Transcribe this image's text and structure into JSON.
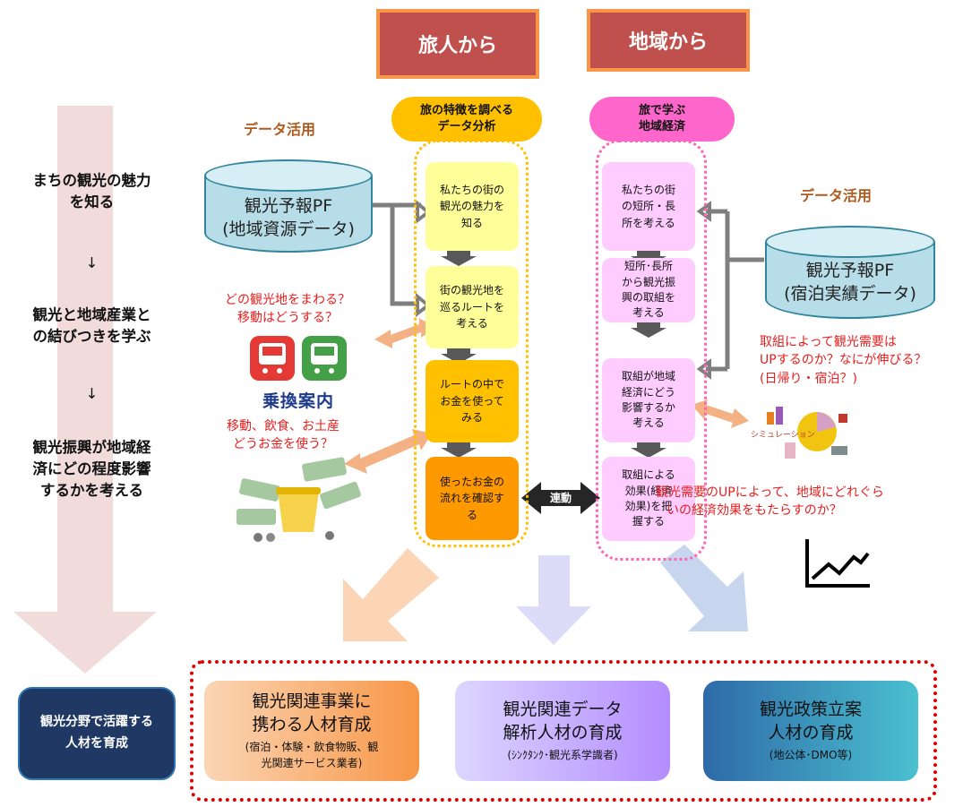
{
  "headers": {
    "traveler": "旅人から",
    "region": "地域から"
  },
  "left_flow": {
    "step1": [
      "まちの観光の魅力",
      "を知る"
    ],
    "arrow1": "↓",
    "step2": [
      "観光と地域産業と",
      "の結びつきを学ぶ"
    ],
    "arrow2": "↓",
    "step3": [
      "観光振興が地域経",
      "済にどの程度影響",
      "するかを考える"
    ]
  },
  "data_use_left": "データ活用",
  "data_use_right": "データ活用",
  "db_left": [
    "観光予報PF",
    "(地域資源データ)"
  ],
  "db_right": [
    "観光予報PF",
    "(宿泊実績データ)"
  ],
  "col_left": {
    "title": [
      "旅の特徴を調べる",
      "データ分析"
    ],
    "steps": [
      [
        "私たちの街の",
        "観光の魅力を",
        "知る"
      ],
      [
        "街の観光地を",
        "巡るルートを",
        "考える"
      ],
      [
        "ルートの中で",
        "お金を使って",
        "みる"
      ],
      [
        "使ったお金の",
        "流れを確認す",
        "る"
      ]
    ]
  },
  "col_right": {
    "title": [
      "旅で学ぶ",
      "地域経済"
    ],
    "steps": [
      [
        "私たちの街",
        "の短所・長",
        "所を考える"
      ],
      [
        "短所･長所",
        "から観光振",
        "興の取組を",
        "考える"
      ],
      [
        "取組が地域",
        "経済にどう",
        "影響するか",
        "考える"
      ],
      [
        "取組による",
        "効果(経済",
        "効果)を把",
        "握する"
      ]
    ]
  },
  "link_label": "連動",
  "questions": {
    "q1": [
      "どの観光地をまわる？",
      "移動はどうする？"
    ],
    "q2": [
      "移動、飲食、お土産",
      "どうお金を使う？"
    ],
    "q3": [
      "取組によって観光需要は",
      "UPするのか？なにが伸びる？",
      "(日帰り・宿泊？)"
    ],
    "q4": [
      "観光需要のUPによって、地域にどれぐら",
      "いの経済効果をもたらすのか？"
    ]
  },
  "app_logo_text": "乗換案内",
  "simulation_label": "シミュレーション",
  "target_box": [
    "観光分野で活躍する",
    "人材を育成"
  ],
  "outcomes": [
    {
      "title": [
        "観光関連事業に",
        "携わる人材育成"
      ],
      "sub": [
        "(宿泊・体験・飲食物販、観",
        "光関連サービス業者)"
      ]
    },
    {
      "title": [
        "観光関連データ",
        "解析人材の育成"
      ],
      "sub": [
        "(ｼﾝｸﾀﾝｸ･観光系学識者)"
      ]
    },
    {
      "title": [
        "観光政策立案",
        "人材の育成"
      ],
      "sub": [
        "(地公体･DMO等)"
      ]
    }
  ],
  "colors": {
    "header_fill": "#c0504d",
    "header_border": "#f79646",
    "left_pill": "#ffc000",
    "right_pill": "#ff66cc",
    "left_steps": [
      "#ffff99",
      "#ffff99",
      "#ffc000",
      "#ff9900"
    ],
    "right_step": "#ffccff",
    "red_text": "#e61e1e",
    "outcome1": "#f79646",
    "outcome2": "#c39bff",
    "outcome3": "#4bacc6",
    "target": "#1f3864"
  }
}
